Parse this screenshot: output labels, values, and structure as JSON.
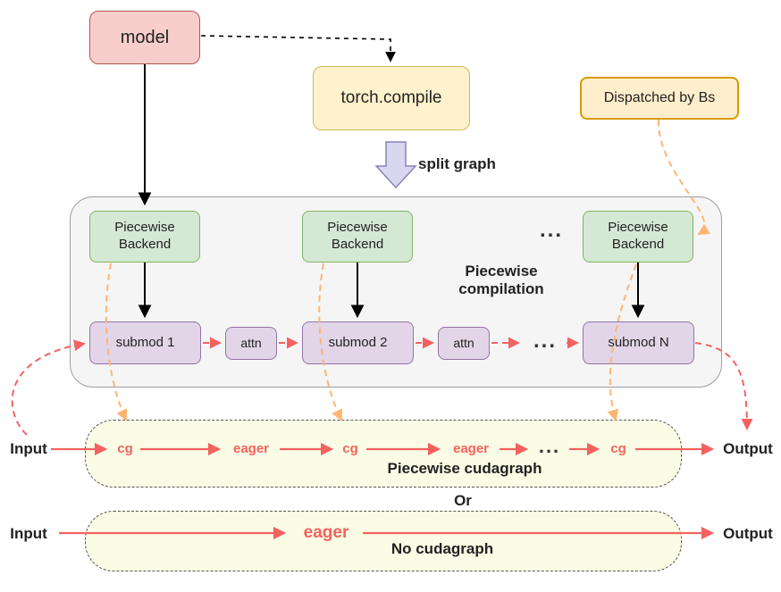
{
  "diagram": {
    "model": "model",
    "torch_compile": "torch.compile",
    "dispatched_by": "Dispatched by Bs",
    "split_graph": "split graph",
    "backends": [
      "Piecewise Backend",
      "Piecewise Backend",
      "Piecewise Backend"
    ],
    "backends_ellipsis": "...",
    "compilation_label": "Piecewise compilation",
    "submods": [
      "submod 1",
      "attn",
      "submod 2",
      "attn",
      "...",
      "submod N"
    ],
    "cudagraph": {
      "input": "Input",
      "output": "Output",
      "nodes": [
        "cg",
        "eager",
        "cg",
        "eager",
        "...",
        "cg"
      ],
      "label": "Piecewise cudagraph"
    },
    "or": "Or",
    "no_cudagraph": {
      "input": "Input",
      "output": "Output",
      "node": "eager",
      "label": "No cudagraph"
    },
    "colors": {
      "red_accent": "#f4625f",
      "orange_accent": "#ffb570",
      "model_fill": "#f8cecc",
      "model_stroke": "#b85450",
      "yellow_fill": "#fff2cc",
      "yellow_stroke": "#d6b656",
      "orange_fill": "#ffeecc",
      "orange_stroke": "#d79b00",
      "green_fill": "#d5e8d4",
      "green_stroke": "#82b366",
      "purple_fill": "#e1d5e7",
      "purple_stroke": "#9673a6",
      "split_arrow_fill": "#d9d6f0",
      "split_arrow_stroke": "#8784b8"
    }
  }
}
